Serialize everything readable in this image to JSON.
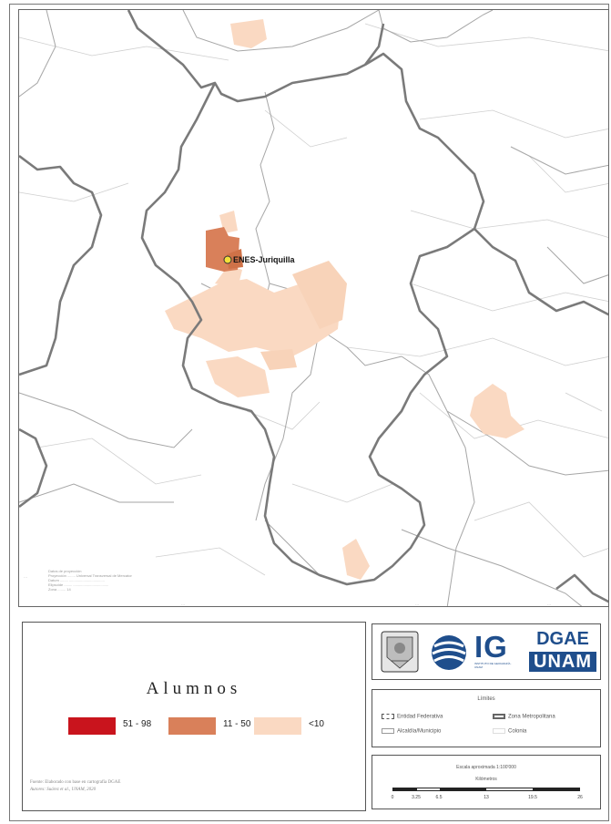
{
  "map": {
    "marker_label": "ENES-Juriquilla",
    "info_lines": [
      "Datos de proyección",
      "Proyección ........ Universal Transversal de Mercator",
      "Datum ........ ...................................",
      "Elipsoide ........ ...................................",
      "Zona ........ 14"
    ],
    "coord_labels": [
      "···",
      "···",
      "···",
      "···"
    ],
    "colors": {
      "boundary_entidad": "#7a7a7a",
      "boundary_municipio": "#9a9a9a",
      "colonia": "#cfcfcf",
      "class_high": "#c9141d",
      "class_mid": "#d9805a",
      "class_low": "#fad9c2",
      "marker": "#f3e03a"
    }
  },
  "legend": {
    "title": "Alumnos",
    "classes": [
      {
        "label": "51 - 98",
        "color": "#c9141d"
      },
      {
        "label": "11 - 50",
        "color": "#d9805a"
      },
      {
        "label": "<10",
        "color": "#fad9c2"
      }
    ],
    "source_line1": "Fuente: Elaborado con base en cartografía DGAE",
    "source_line2": "Autores: Suárez et al., UNAM, 2020"
  },
  "logos": {
    "ig": "IG",
    "ig_sub": "INSTITUTO DE GEOGRAFÍA · UNAM",
    "dgae": "DGAE",
    "unam": "UNAM",
    "shield_icon": "unam-shield-icon"
  },
  "limits": {
    "title": "Límites",
    "items": [
      {
        "label": "Entidad Federativa",
        "symbol": "dashed"
      },
      {
        "label": "Zona Metropolitana",
        "symbol": "thick"
      },
      {
        "label": "Alcaldía/Municipio",
        "symbol": "thin"
      },
      {
        "label": "Colonia",
        "symbol": "faint"
      }
    ]
  },
  "scale": {
    "text": "Escala aproximada 1:100'000",
    "unit": "Kilómetros",
    "ticks": [
      "0",
      "3.25",
      "6.5",
      "13",
      "19.5",
      "26"
    ]
  }
}
